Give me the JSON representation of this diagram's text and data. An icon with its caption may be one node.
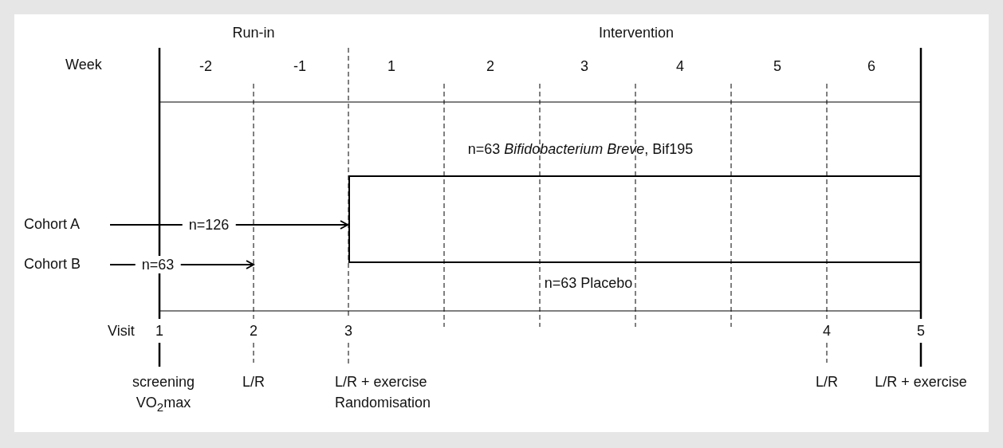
{
  "diagram": {
    "nodes": [
      {
        "text": [
          "Cohort A"
        ]
      },
      {
        "text": [
          "Cohort B"
        ]
      },
      {
        "text": [],
        "shape": "box"
      }
    ],
    "edges": [
      {
        "from": 0,
        "to": 2,
        "arrow": "to",
        "label": "n=126"
      },
      {
        "from": 1,
        "to": null,
        "arrow": "to",
        "label": "n=63"
      }
    ],
    "labels": [
      "Run-in",
      "Intervention",
      "Week",
      "-2",
      "-1",
      "1",
      "2",
      "3",
      "4",
      "5",
      "6",
      "n=63 *Bifidobacterium Breve*, Bif195",
      "n=63 Placebo",
      "Visit",
      "1",
      "2",
      "3",
      "4",
      "5",
      "screening",
      "VO$_{2}$max",
      "L/R",
      "L/R + exercise",
      "Randomisation",
      "L/R",
      "L/R + exercise"
    ]
  }
}
